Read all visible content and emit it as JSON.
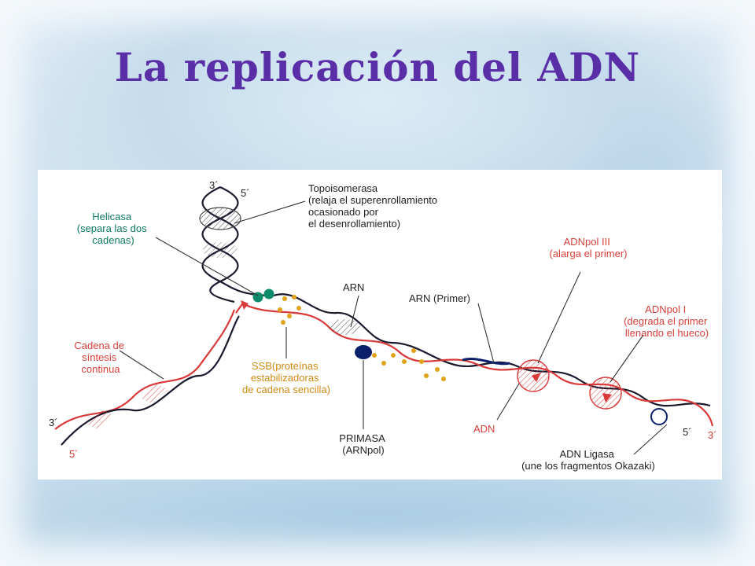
{
  "slide": {
    "title": "La replicación del ADN"
  },
  "diagram": {
    "topoisomerasa": [
      "Topoisomerasa",
      "(relaja el superenrollamiento",
      "ocasionado por",
      "el desenrollamiento)"
    ],
    "helicasa": [
      "Helicasa",
      "(separa las dos",
      "cadenas)"
    ],
    "cadena_sintesis": [
      "Cadena de",
      "síntesis",
      "continua"
    ],
    "ssb": [
      "SSB(proteínas",
      "estabilizadoras",
      "de cadena sencilla)"
    ],
    "arn": "ARN",
    "arn_primer": "ARN (Primer)",
    "primasa": [
      "PRIMASA",
      "(ARNpol)"
    ],
    "adnpol3": [
      "ADNpol III",
      "(alarga el primer)"
    ],
    "adnpol1": [
      "ADNpol I",
      "(degrada el primer",
      "llenando el hueco)"
    ],
    "adn": "ADN",
    "adn_ligasa": [
      "ADN Ligasa",
      "(une los fragmentos Okazaki)"
    ],
    "end_3_top": "3´",
    "end_5_top": "5´",
    "end_3_left": "3´",
    "end_5_left": "5´",
    "end_5_right": "5´",
    "end_3_right": "3´",
    "colors": {
      "title": "#5a2ea6",
      "red_label": "#d8403a",
      "strand_red": "#d83a3a",
      "strand_dark": "#1a1a2e",
      "helicasa": "#0d8a6a",
      "ssb": "#e2a21a",
      "primasa": "#0b1f6b"
    }
  }
}
